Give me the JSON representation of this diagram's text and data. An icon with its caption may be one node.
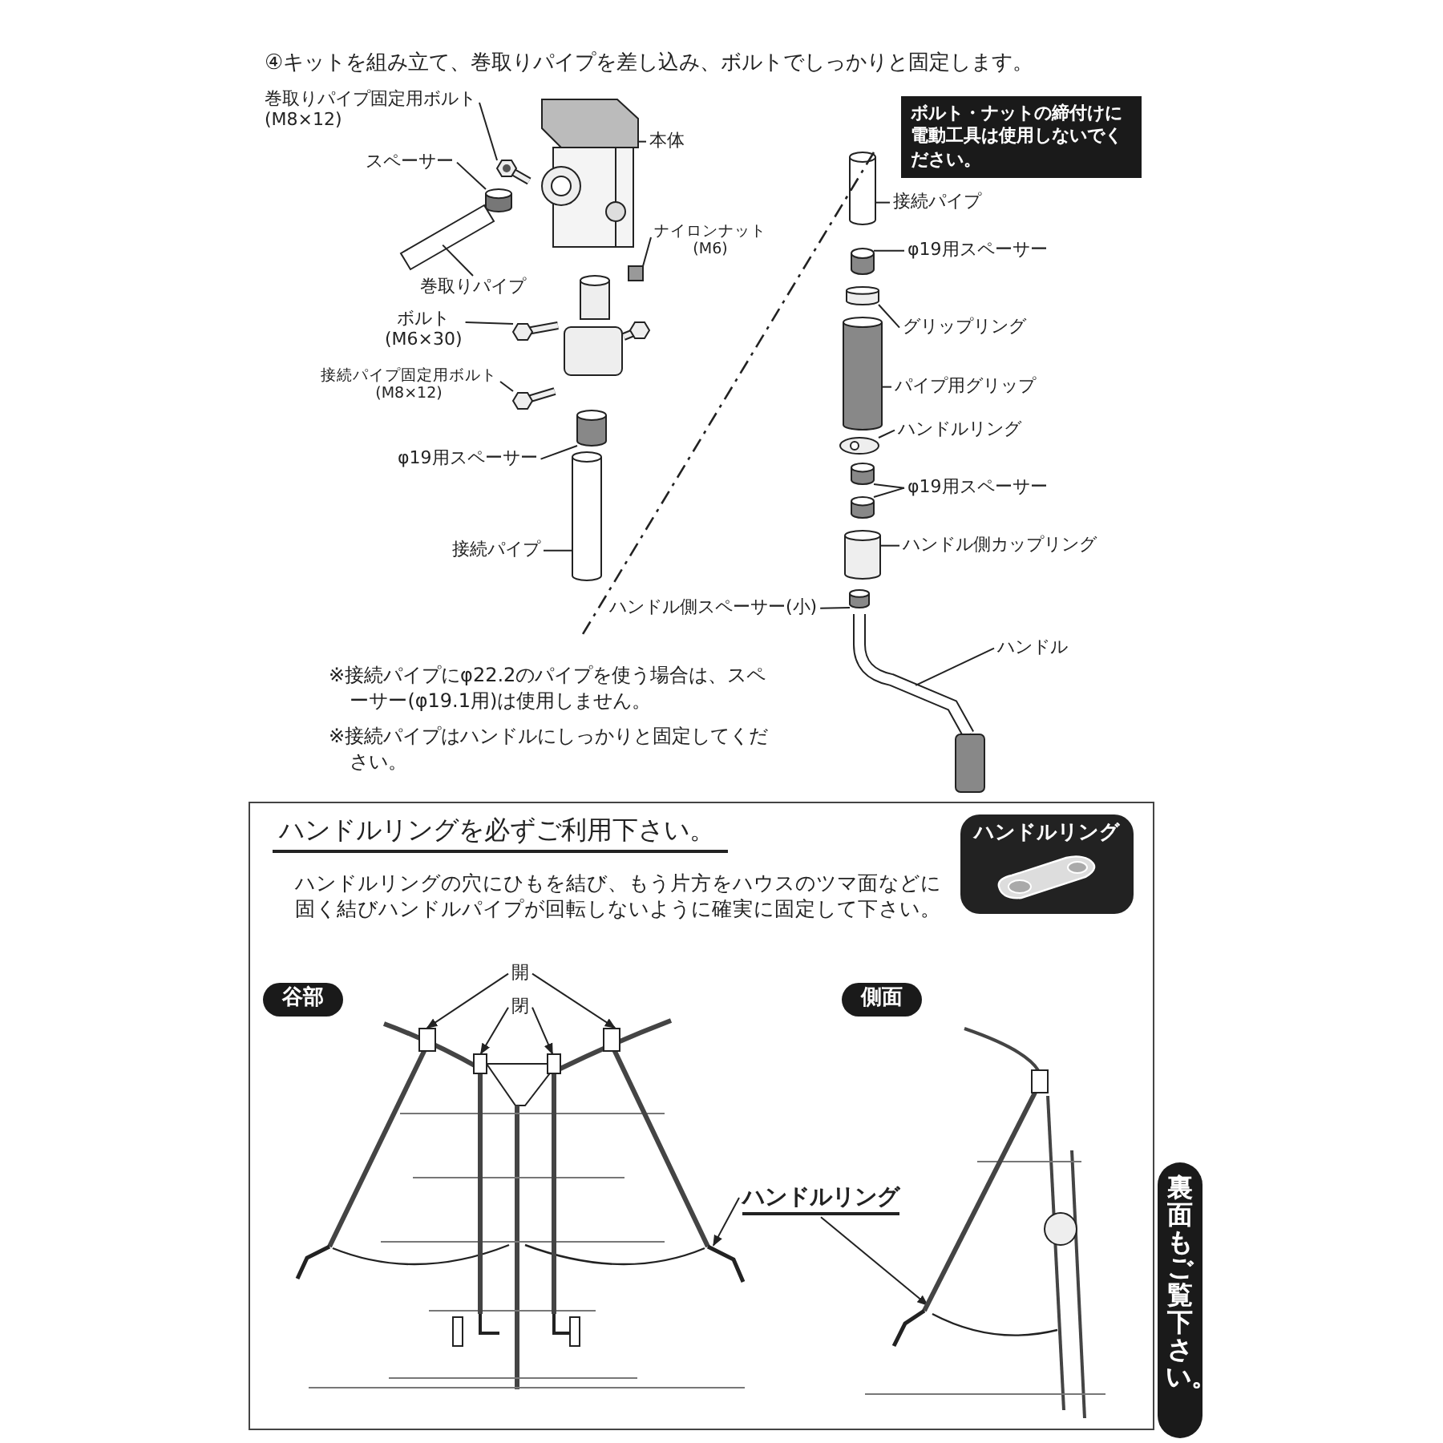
{
  "diagram": {
    "title": "④キットを組み立て、巻取りパイプを差し込み、ボルトでしっかりと固定します。",
    "nodes": [
      {
        "text": [
          "巻取りパイプ固定用ボルト",
          "(M8×12)"
        ]
      },
      {
        "text": [
          "本体"
        ]
      },
      {
        "text": [
          "スペーサー"
        ]
      },
      {
        "text": [
          "巻取りパイプ"
        ]
      },
      {
        "text": [
          "ナイロンナット",
          "(M6)"
        ]
      },
      {
        "text": [
          "ボルト",
          "(M6×30)"
        ]
      },
      {
        "text": [
          "接続パイプ固定用ボルト",
          "(M8×12)"
        ]
      },
      {
        "text": [
          "φ19用スペーサー"
        ]
      },
      {
        "text": [
          "接続パイプ"
        ]
      },
      {
        "text": [
          "接続パイプ"
        ]
      },
      {
        "text": [
          "φ19用スペーサー"
        ]
      },
      {
        "text": [
          "グリップリング"
        ]
      },
      {
        "text": [
          "パイプ用グリップ"
        ]
      },
      {
        "text": [
          "ハンドルリング"
        ]
      },
      {
        "text": [
          "φ19用スペーサー"
        ]
      },
      {
        "text": [
          "ハンドル側カップリング"
        ]
      },
      {
        "text": [
          "ハンドル側スペーサー(小)"
        ]
      },
      {
        "text": [
          "ハンドル"
        ]
      },
      {
        "text": [
          "ボルト・ナットの締付けに電動工具は使用しないでください。"
        ]
      },
      {
        "text": [
          "ハンドルリングを必ずご利用下さい。",
          "ハンドルリングの穴にひもを結び、もう片方をハウスのツマ面などに固く結びハンドルパイプが回転しないように確実に固定して下さい。"
        ]
      },
      {
        "text": [
          "ハンドルリング"
        ],
        "in": 19
      },
      {
        "text": [
          "谷部"
        ],
        "in": 19
      },
      {
        "text": [
          "側面"
        ],
        "in": 19
      },
      {
        "text": [
          "開"
        ],
        "in": 19
      },
      {
        "text": [
          "閉"
        ],
        "in": 19
      },
      {
        "text": [
          "ハンドルリング"
        ],
        "in": 19
      },
      {
        "text": [
          "裏面もご覧下さい。"
        ]
      },
      {
        "text": [],
        "shape": "picture"
      },
      {
        "text": [],
        "shape": "picture"
      },
      {
        "text": [],
        "shape": "cylinder"
      },
      {
        "text": [],
        "shape": "picture"
      },
      {
        "text": [],
        "shape": "box"
      },
      {
        "text": [],
        "shape": "picture"
      },
      {
        "text": [],
        "shape": "picture"
      },
      {
        "text": [],
        "shape": "cylinder"
      },
      {
        "text": [],
        "shape": "cylinder"
      },
      {
        "text": [],
        "shape": "cylinder"
      },
      {
        "text": [],
        "shape": "cylinder"
      },
      {
        "text": [],
        "shape": "cylinder"
      },
      {
        "text": [],
        "shape": "cylinder"
      },
      {
        "text": [],
        "shape": "picture"
      },
      {
        "text": [],
        "shape": "cylinder"
      },
      {
        "text": [],
        "shape": "cylinder"
      },
      {
        "text": [],
        "shape": "cylinder"
      },
      {
        "text": [],
        "shape": "cylinder"
      },
      {
        "text": [],
        "shape": "picture"
      },
      {
        "text": [],
        "shape": "picture",
        "in": 19
      },
      {
        "text": [],
        "shape": "picture",
        "in": 19
      }
    ],
    "edges": [
      {
        "from": 0,
        "to": 27,
        "arrow": "none"
      },
      {
        "from": 1,
        "to": 28,
        "arrow": "none"
      },
      {
        "from": 2,
        "to": 29,
        "arrow": "none"
      },
      {
        "from": 3,
        "to": 30,
        "arrow": "none"
      },
      {
        "from": 4,
        "to": 31,
        "arrow": "none"
      },
      {
        "from": 5,
        "to": 32,
        "arrow": "none"
      },
      {
        "from": 6,
        "to": 33,
        "arrow": "none"
      },
      {
        "from": 7,
        "to": 34,
        "arrow": "none"
      },
      {
        "from": 8,
        "to": 35,
        "arrow": "none"
      },
      {
        "from": 9,
        "to": 36,
        "arrow": "none"
      },
      {
        "from": 10,
        "to": 37,
        "arrow": "none"
      },
      {
        "from": 11,
        "to": 38,
        "arrow": "none"
      },
      {
        "from": 12,
        "to": 39,
        "arrow": "none"
      },
      {
        "from": 13,
        "to": 40,
        "arrow": "none"
      },
      {
        "from": 14,
        "to": 41,
        "arrow": "none"
      },
      {
        "from": 14,
        "to": 42,
        "arrow": "none"
      },
      {
        "from": 15,
        "to": 43,
        "arrow": "none"
      },
      {
        "from": 16,
        "to": 44,
        "arrow": "none"
      },
      {
        "from": 17,
        "to": 45,
        "arrow": "none"
      },
      {
        "from": 23,
        "to": 46,
        "arrow": "to"
      },
      {
        "from": 23,
        "to": 46,
        "arrow": "to"
      },
      {
        "from": 24,
        "to": 46,
        "arrow": "to"
      },
      {
        "from": 24,
        "to": 46,
        "arrow": "to"
      },
      {
        "from": 25,
        "to": 46,
        "arrow": "to"
      },
      {
        "from": 25,
        "to": 47,
        "arrow": "to"
      }
    ],
    "labels": [
      "※接続パイプにφ22.2のパイプを使う場合は、スペーサー(φ19.1用)は使用しません。",
      "※接続パイプはハンドルにしっかりと固定してください。"
    ]
  }
}
